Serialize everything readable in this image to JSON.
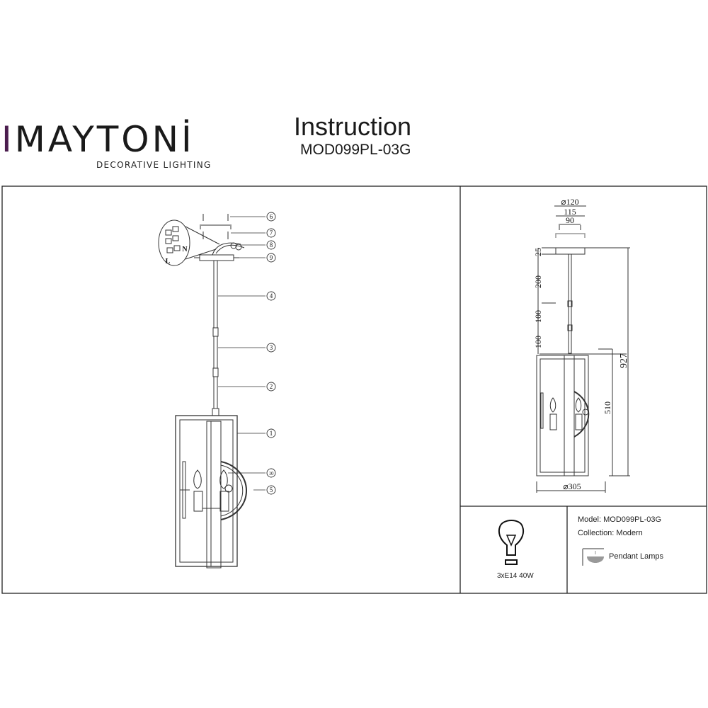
{
  "header": {
    "brand": "MAYTONI",
    "brand_tagline": "DECORATIVE LIGHTING",
    "title": "Instruction",
    "model_code": "MOD099PL-03G",
    "brand_accent": "#4b1d4e"
  },
  "assembly": {
    "callouts": [
      "①",
      "②",
      "③",
      "④",
      "⑤",
      "⑥",
      "⑦",
      "⑧",
      "⑨",
      "⑩"
    ],
    "wire_labels": {
      "live": "L",
      "neutral": "N"
    }
  },
  "dimensions": {
    "canopy_diameter": "⌀120",
    "mount_width": "115",
    "screw_spacing": "90",
    "canopy_height": "25",
    "rod_1": "200",
    "rod_2": "100",
    "rod_3": "100",
    "total_height": "927",
    "body_height": "510",
    "body_diameter": "⌀305"
  },
  "info": {
    "bulb": "3xE14 40W",
    "model_label": "Model:",
    "model_value": "MOD099PL-03G",
    "collection_label": "Collection:",
    "collection_value": "Modern",
    "category": "Pendant Lamps"
  }
}
